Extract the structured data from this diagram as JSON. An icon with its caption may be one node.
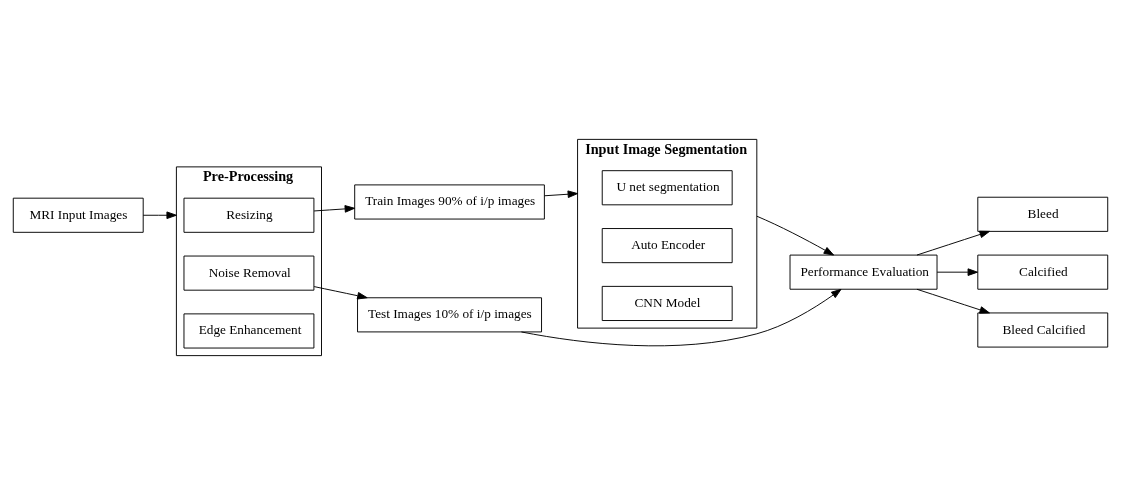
{
  "diagram": {
    "nodes": [
      {
        "text": [
          "MRI Input Images"
        ]
      },
      {
        "text": [
          "Pre-Processing"
        ]
      },
      {
        "text": [
          "Resizing"
        ],
        "in": 1
      },
      {
        "text": [
          "Noise Removal"
        ],
        "in": 1
      },
      {
        "text": [
          "Edge Enhancement"
        ],
        "in": 1
      },
      {
        "text": [
          "Train Images 90% of i/p images"
        ]
      },
      {
        "text": [
          "Test Images 10% of i/p images"
        ]
      },
      {
        "text": [
          "Input Image Segmentation"
        ]
      },
      {
        "text": [
          "U net segmentation"
        ],
        "in": 7
      },
      {
        "text": [
          "Auto Encoder"
        ],
        "in": 7
      },
      {
        "text": [
          "CNN Model"
        ],
        "in": 7
      },
      {
        "text": [
          "Performance Evaluation"
        ]
      },
      {
        "text": [
          "Bleed"
        ]
      },
      {
        "text": [
          "Calcified"
        ]
      },
      {
        "text": [
          "Bleed Calcified"
        ]
      }
    ],
    "edges": [
      {
        "from": 0,
        "to": 1,
        "arrow": "to"
      },
      {
        "from": 2,
        "to": 5,
        "arrow": "to"
      },
      {
        "from": 3,
        "to": 6,
        "arrow": "to"
      },
      {
        "from": 5,
        "to": 7,
        "arrow": "to"
      },
      {
        "from": 7,
        "to": 11,
        "arrow": "to"
      },
      {
        "from": 6,
        "to": 11,
        "arrow": "to"
      },
      {
        "from": 11,
        "to": 12,
        "arrow": "to"
      },
      {
        "from": 11,
        "to": 13,
        "arrow": "to"
      },
      {
        "from": 11,
        "to": 14,
        "arrow": "to"
      }
    ]
  }
}
